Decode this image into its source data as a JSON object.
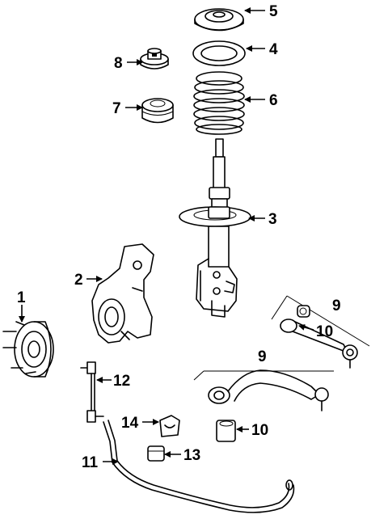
{
  "diagram": {
    "callouts": [
      {
        "id": "c5",
        "label": "5"
      },
      {
        "id": "c4",
        "label": "4"
      },
      {
        "id": "c8",
        "label": "8"
      },
      {
        "id": "c6",
        "label": "6"
      },
      {
        "id": "c7",
        "label": "7"
      },
      {
        "id": "c3",
        "label": "3"
      },
      {
        "id": "c2",
        "label": "2"
      },
      {
        "id": "c1",
        "label": "1"
      },
      {
        "id": "c9a",
        "label": "9"
      },
      {
        "id": "c10a",
        "label": "10"
      },
      {
        "id": "c9b",
        "label": "9"
      },
      {
        "id": "c12",
        "label": "12"
      },
      {
        "id": "c14",
        "label": "14"
      },
      {
        "id": "c10b",
        "label": "10"
      },
      {
        "id": "c13",
        "label": "13"
      },
      {
        "id": "c11",
        "label": "11"
      }
    ]
  }
}
